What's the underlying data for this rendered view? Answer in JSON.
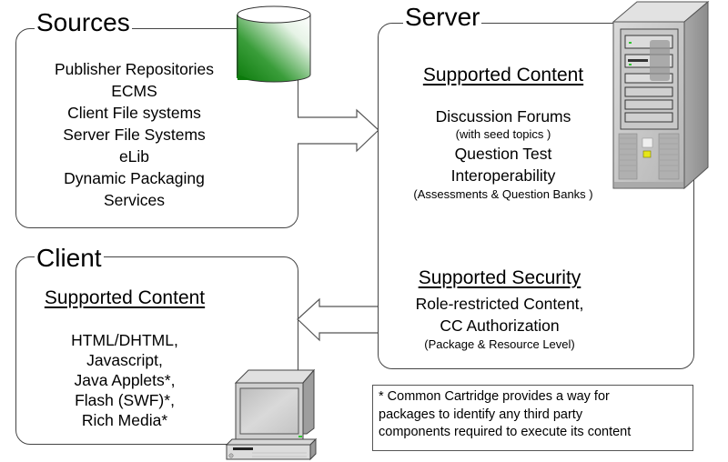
{
  "sources": {
    "title": "Sources",
    "items": [
      "Publisher Repositories",
      "ECMS",
      "Client File systems",
      "Server File Systems",
      "eLib",
      "Dynamic Packaging",
      "Services"
    ],
    "icon": "database-cylinder-icon"
  },
  "server": {
    "title": "Server",
    "icon": "server-tower-icon",
    "content": {
      "heading": "Supported Content",
      "items": [
        {
          "text": "Discussion Forums",
          "size": "large"
        },
        {
          "text": "(with seed topics )",
          "size": "small"
        },
        {
          "text": "Question Test",
          "size": "large"
        },
        {
          "text": "Interoperability",
          "size": "large"
        },
        {
          "text": "(Assessments  & Question Banks )",
          "size": "small"
        }
      ]
    },
    "security": {
      "heading": "Supported Security",
      "items": [
        {
          "text": "Role-restricted Content,",
          "size": "large"
        },
        {
          "text": "CC Authorization",
          "size": "large"
        },
        {
          "text": "(Package & Resource Level)",
          "size": "small"
        }
      ]
    }
  },
  "client": {
    "title": "Client",
    "icon": "desktop-computer-icon",
    "content": {
      "heading": "Supported Content",
      "items": [
        "HTML/DHTML,",
        "Javascript,",
        "Java Applets*,",
        "Flash (SWF)*,",
        "Rich Media*"
      ]
    }
  },
  "arrows": {
    "sources_to_server": "arrow-right-icon",
    "server_to_client": "arrow-left-icon"
  },
  "footnote": {
    "lines": [
      "* Common Cartridge provides a way for",
      "packages to identify any third party",
      "components required to execute its content"
    ]
  }
}
